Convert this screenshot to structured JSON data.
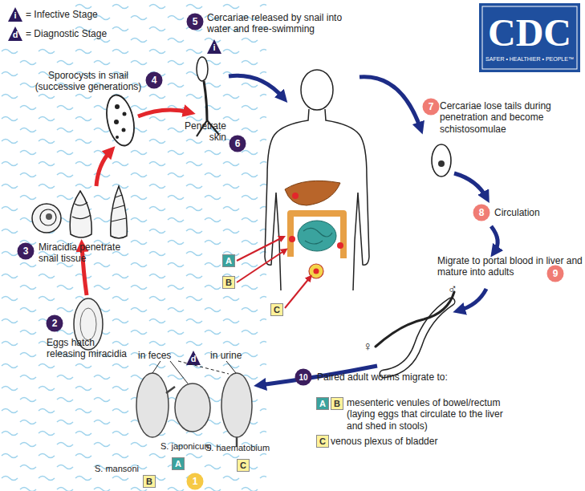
{
  "diagram": {
    "nodes": [
      {
        "text": [
          "5"
        ]
      },
      {
        "text": [
          "4"
        ]
      },
      {
        "text": [
          "7"
        ]
      },
      {
        "text": [
          "6"
        ]
      },
      {
        "text": [
          "8"
        ]
      },
      {
        "text": [
          "3"
        ]
      },
      {
        "text": [
          "A"
        ]
      },
      {
        "text": [
          "B"
        ]
      },
      {
        "text": [
          "C"
        ]
      },
      {
        "text": [
          "9"
        ]
      },
      {
        "text": [
          "2"
        ]
      },
      {
        "text": [
          "10"
        ]
      },
      {
        "text": [
          "A"
        ]
      },
      {
        "text": [
          "B"
        ]
      },
      {
        "text": [
          "C"
        ]
      },
      {
        "text": [
          "A"
        ]
      },
      {
        "text": [
          "C"
        ]
      },
      {
        "text": [
          "1"
        ]
      },
      {
        "text": [
          "B"
        ]
      }
    ],
    "labels": [
      "i",
      "d",
      "CDC",
      "SAFER • HEALTHIER • PEOPLE™",
      "Cercariae released by snail into water and free-swimming",
      "i",
      "Sporocysts in snail (successive generations)",
      "Penetrate skin",
      "Cercariae lose tails during penetration and become schistosomulae",
      "Circulation",
      "Migrate to portal blood in liver and mature into adults",
      "♂",
      "♀",
      "Miracidia penetrate snail tissue",
      "Eggs hatch releasing miracidia",
      "in feces",
      "d",
      "in urine",
      "S. japonicum",
      "S. mansoni",
      "S. haematobium",
      "Paired adult worms migrate to:",
      "mesenteric venules of bowel/rectum (laying eggs that circulate to the liver and shed in stools)",
      "venous plexus of bladder"
    ],
    "legend": [
      {
        "text": "= Infective Stage"
      },
      {
        "text": "= Diagnostic Stage"
      }
    ]
  }
}
